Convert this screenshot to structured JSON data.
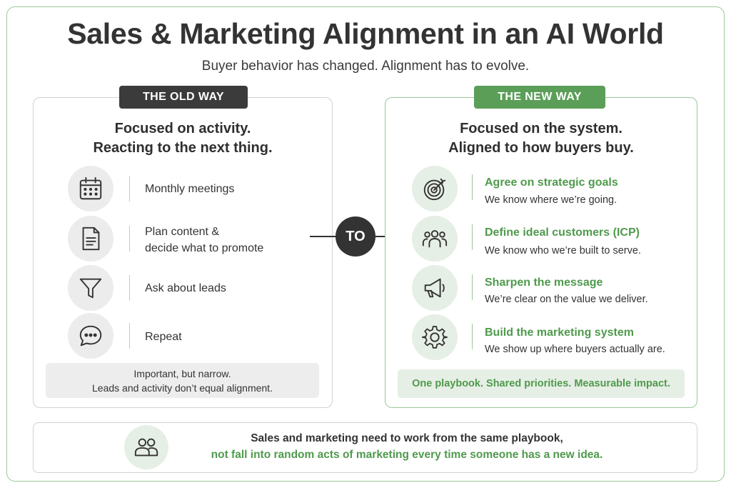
{
  "title": "Sales & Marketing Alignment in an AI World",
  "subtitle": "Buyer behavior has changed. Alignment has to evolve.",
  "old_way": {
    "badge": "THE OLD WAY",
    "heading_line1": "Focused on activity.",
    "heading_line2": "Reacting to the next thing.",
    "items": [
      {
        "icon": "calendar-icon",
        "line1": "Monthly meetings",
        "line2": ""
      },
      {
        "icon": "document-icon",
        "line1": "Plan content &",
        "line2": "decide what to promote"
      },
      {
        "icon": "funnel-icon",
        "line1": "Ask about leads",
        "line2": ""
      },
      {
        "icon": "chat-bubble-icon",
        "line1": "Repeat",
        "line2": ""
      }
    ],
    "note_line1": "Important, but narrow.",
    "note_line2": "Leads and activity don’t equal alignment."
  },
  "connector": "TO",
  "new_way": {
    "badge": "THE NEW WAY",
    "heading_line1": "Focused on the system.",
    "heading_line2": "Aligned to how buyers buy.",
    "items": [
      {
        "icon": "target-icon",
        "title": "Agree on strategic goals",
        "desc": "We know where we’re going."
      },
      {
        "icon": "people-group-icon",
        "title": "Define ideal customers (ICP)",
        "desc": "We know who we’re built to serve."
      },
      {
        "icon": "megaphone-icon",
        "title": "Sharpen the message",
        "desc": "We’re clear on the value we deliver."
      },
      {
        "icon": "gear-icon",
        "title": "Build the marketing system",
        "desc": "We show up where buyers actually are."
      }
    ],
    "note": "One playbook. Shared priorities. Measurable impact."
  },
  "bottom": {
    "icon": "two-people-icon",
    "line1": "Sales and marketing need to work from the same playbook,",
    "line2": "not fall into random acts of marketing every time someone has a new idea."
  },
  "colors": {
    "accent_green": "#5b9e58",
    "text_green": "#4f9a4c",
    "dark": "#333333"
  }
}
